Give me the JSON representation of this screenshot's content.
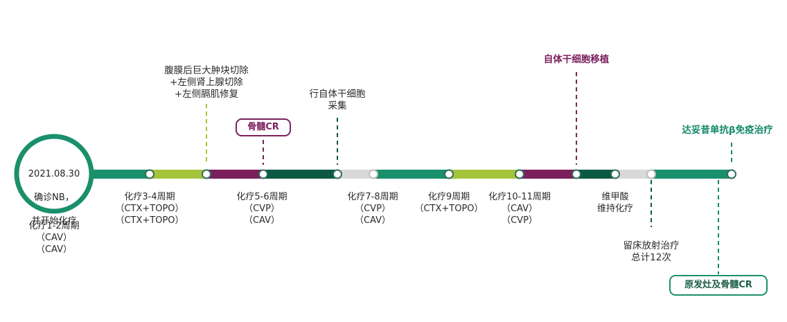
{
  "colors": {
    "green": "#1a8f6c",
    "lime": "#a6c33c",
    "purple": "#7a1f5c",
    "darkgreen": "#0d5a44",
    "gray": "#d9d9d9",
    "event_purple": "#7a1f5c",
    "event_green": "#148a68"
  },
  "start": {
    "date": "2021.08.30",
    "line2": "确诊NB，",
    "line3": "并开始化疗"
  },
  "phases": [
    {
      "label": "化疗1-2周期\n（CAV）\n（CAV）"
    },
    {
      "label": "化疗3-4周期\n（CTX+TOPO）\n（CTX+TOPO）"
    },
    {
      "label": "化疗5-6周期\n（CVP）\n（CAV）"
    },
    {
      "label": "化疗7-8周期\n（CVP）\n（CAV）"
    },
    {
      "label": "化疗9周期\n（CTX+TOPO）"
    },
    {
      "label": "化疗10-11周期\n（CAV）\n（CVP）"
    },
    {
      "label": "维甲酸\n维持化疗"
    }
  ],
  "events": {
    "surgery": "腹膜后巨大肿块切除\n+左侧肾上腺切除\n+左侧膈肌修复",
    "marrow_cr": "骨髓CR",
    "stem_cell_collect": "行自体干细胞\n采集",
    "stem_cell_transplant": "自体干细胞移植",
    "dinutuximab": "达妥昔单抗β免疫治疗",
    "radiotherapy": "留床放射治疗\n总计12次",
    "primary_cr": "原发灶及骨髓CR"
  }
}
